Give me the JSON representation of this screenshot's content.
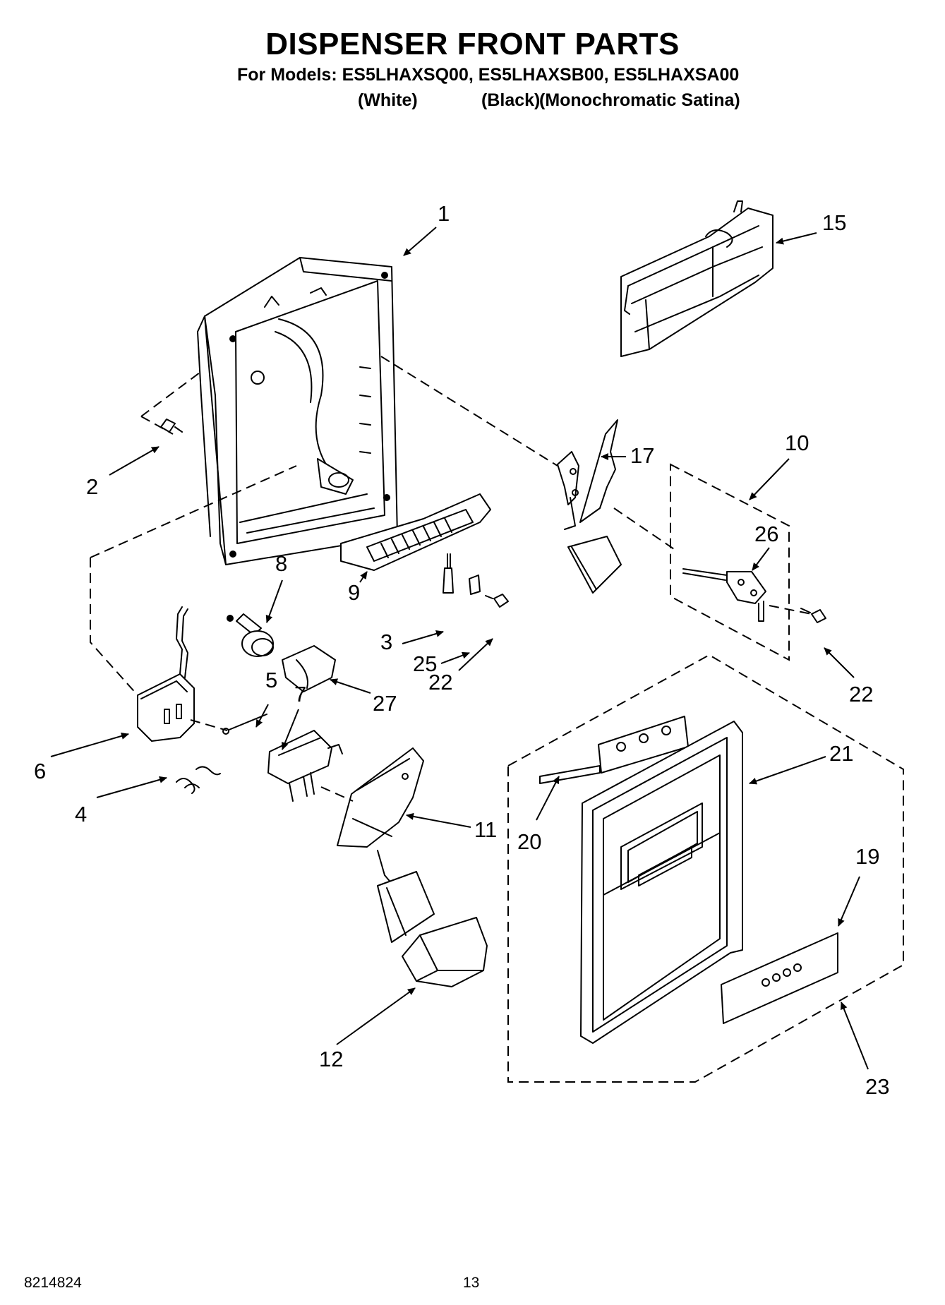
{
  "header": {
    "title": "DISPENSER FRONT PARTS",
    "models_line": "For Models: ES5LHAXSQ00, ES5LHAXSB00, ES5LHAXSA00",
    "variant_white": "(White)",
    "variant_black": "(Black)",
    "variant_mono": "(Monochromatic Satina)"
  },
  "callouts": {
    "p1": "1",
    "p2": "2",
    "p3": "3",
    "p4": "4",
    "p5": "5",
    "p6": "6",
    "p7": "7",
    "p8": "8",
    "p9": "9",
    "p10": "10",
    "p11": "11",
    "p12": "12",
    "p15": "15",
    "p17": "17",
    "p19": "19",
    "p20": "20",
    "p21": "21",
    "p22a": "22",
    "p22b": "22",
    "p23": "23",
    "p25": "25",
    "p26": "26",
    "p27": "27"
  },
  "footer": {
    "doc_number": "8214824",
    "page_number": "13"
  }
}
